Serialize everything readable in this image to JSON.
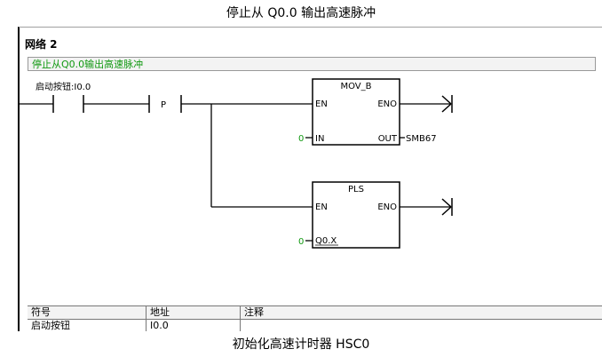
{
  "captions": {
    "top": "停止从 Q0.0 输出高速脉冲",
    "bottom": "初始化高速计时器 HSC0"
  },
  "network": {
    "title": "网络 2",
    "comment": "停止从Q0.0输出高速脉冲",
    "contact": {
      "label": "启动按钮:I0.0",
      "edge": "P"
    },
    "mov_b": {
      "name": "MOV_B",
      "en": "EN",
      "eno": "ENO",
      "in_pin": "IN",
      "out_pin": "OUT",
      "in_value": "0",
      "out_value": "SMB67"
    },
    "pls": {
      "name": "PLS",
      "en": "EN",
      "eno": "ENO",
      "q_pin": "Q0.X",
      "q_value": "0"
    }
  },
  "symbol_table": {
    "headers": [
      "符号",
      "地址",
      "注释"
    ],
    "rows": [
      [
        "启动按钮",
        "I0.0",
        ""
      ]
    ]
  }
}
